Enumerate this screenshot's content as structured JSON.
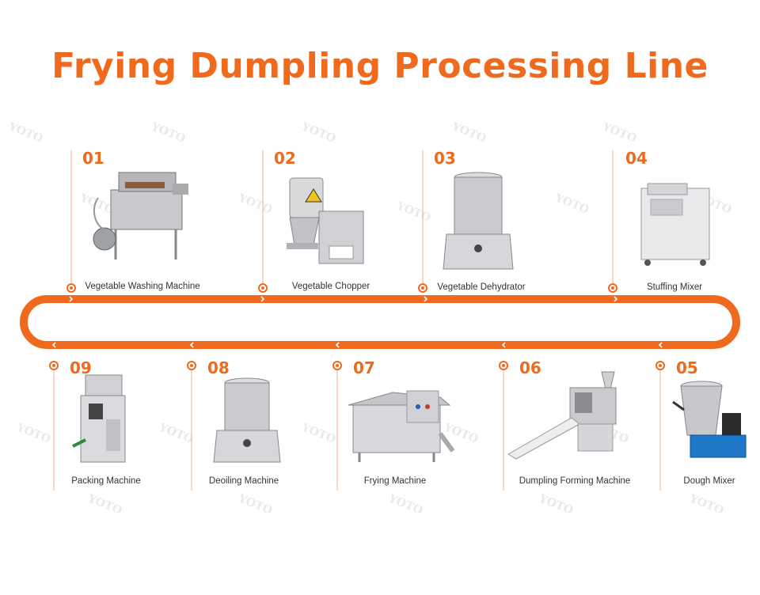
{
  "title": "Frying Dumpling Processing Line",
  "colors": {
    "accent": "#f06a1e"
  },
  "watermark": "YOTO",
  "steps_top": [
    {
      "num": "01",
      "label": "Vegetable Washing Machine",
      "icon": "washing-machine-icon"
    },
    {
      "num": "02",
      "label": "Vegetable Chopper",
      "icon": "chopper-icon"
    },
    {
      "num": "03",
      "label": "Vegetable Dehydrator",
      "icon": "dehydrator-icon"
    },
    {
      "num": "04",
      "label": "Stuffing Mixer",
      "icon": "stuffing-mixer-icon"
    }
  ],
  "steps_bottom": [
    {
      "num": "09",
      "label": "Packing Machine",
      "icon": "packing-machine-icon"
    },
    {
      "num": "08",
      "label": "Deoiling Machine",
      "icon": "deoiling-machine-icon"
    },
    {
      "num": "07",
      "label": "Frying Machine",
      "icon": "frying-machine-icon"
    },
    {
      "num": "06",
      "label": "Dumpling Forming Machine",
      "icon": "dumpling-forming-icon"
    },
    {
      "num": "05",
      "label": "Dough Mixer",
      "icon": "dough-mixer-icon"
    }
  ]
}
